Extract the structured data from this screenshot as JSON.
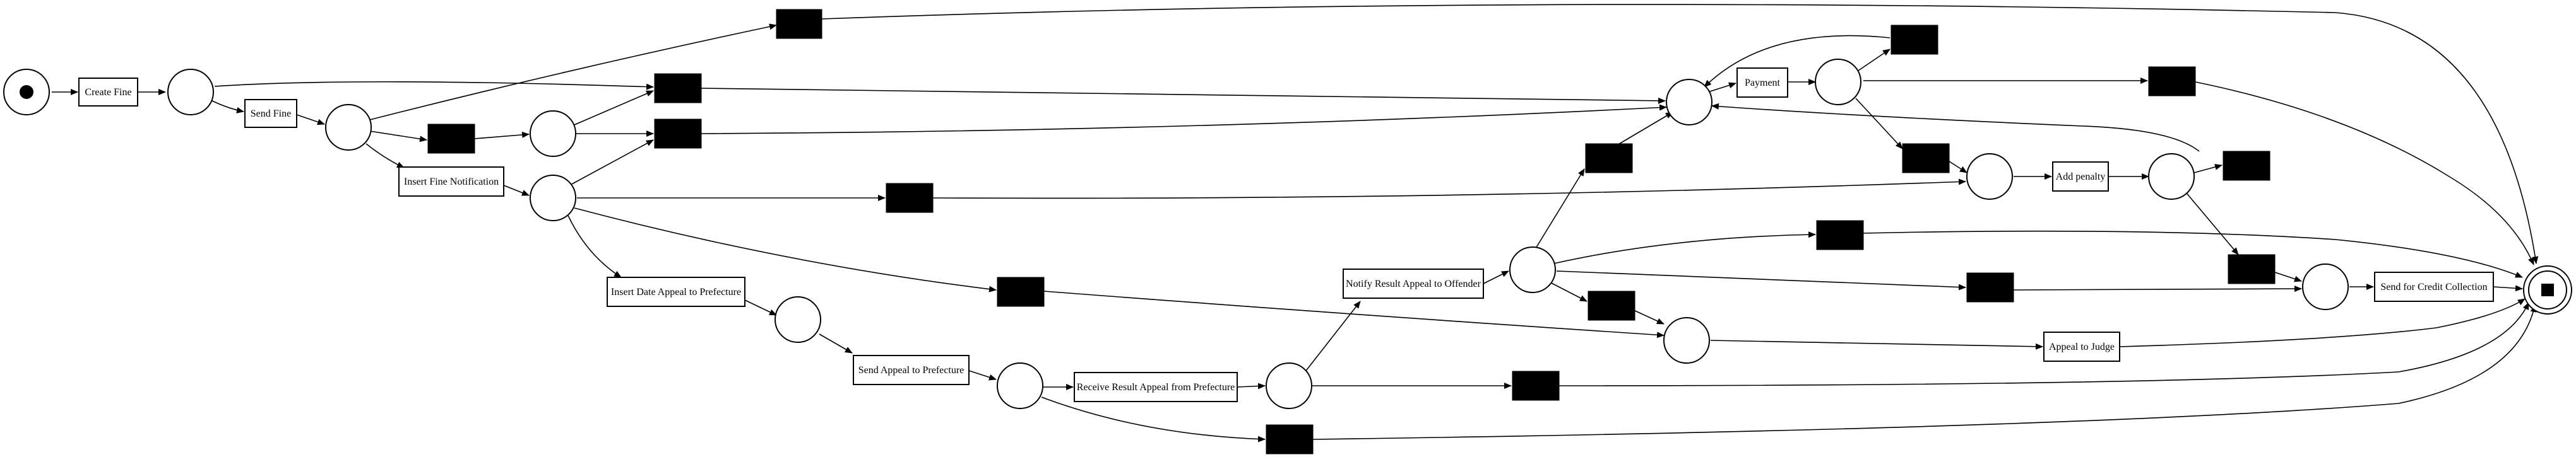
{
  "diagram": {
    "transitions": {
      "create_fine": "Create Fine",
      "send_fine": "Send Fine",
      "insert_fine_notification": "Insert Fine Notification",
      "insert_date_appeal_to_prefecture": "Insert Date Appeal to Prefecture",
      "send_appeal_to_prefecture": "Send Appeal to Prefecture",
      "receive_result_appeal_from_prefecture": "Receive Result Appeal from Prefecture",
      "notify_result_appeal_to_offender": "Notify Result Appeal to Offender",
      "payment": "Payment",
      "add_penalty": "Add penalty",
      "appeal_to_judge": "Appeal to Judge",
      "send_for_credit_collection": "Send for Credit Collection"
    }
  }
}
